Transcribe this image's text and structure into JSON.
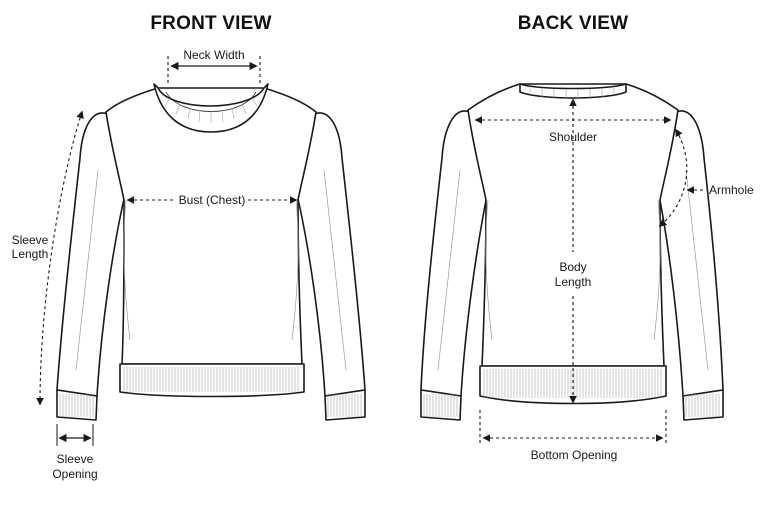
{
  "front_view": {
    "title": "FRONT VIEW",
    "labels": {
      "neck_width": "Neck Width",
      "bust": "Bust (Chest)",
      "sleeve_length": [
        "Sleeve",
        "Length"
      ],
      "sleeve_opening": [
        "Sleeve",
        "Opening"
      ]
    }
  },
  "back_view": {
    "title": "BACK VIEW",
    "labels": {
      "shoulder": "Shoulder",
      "armhole": "Armhole",
      "body_length": [
        "Body",
        "Length"
      ],
      "bottom_opening": "Bottom Opening"
    }
  }
}
